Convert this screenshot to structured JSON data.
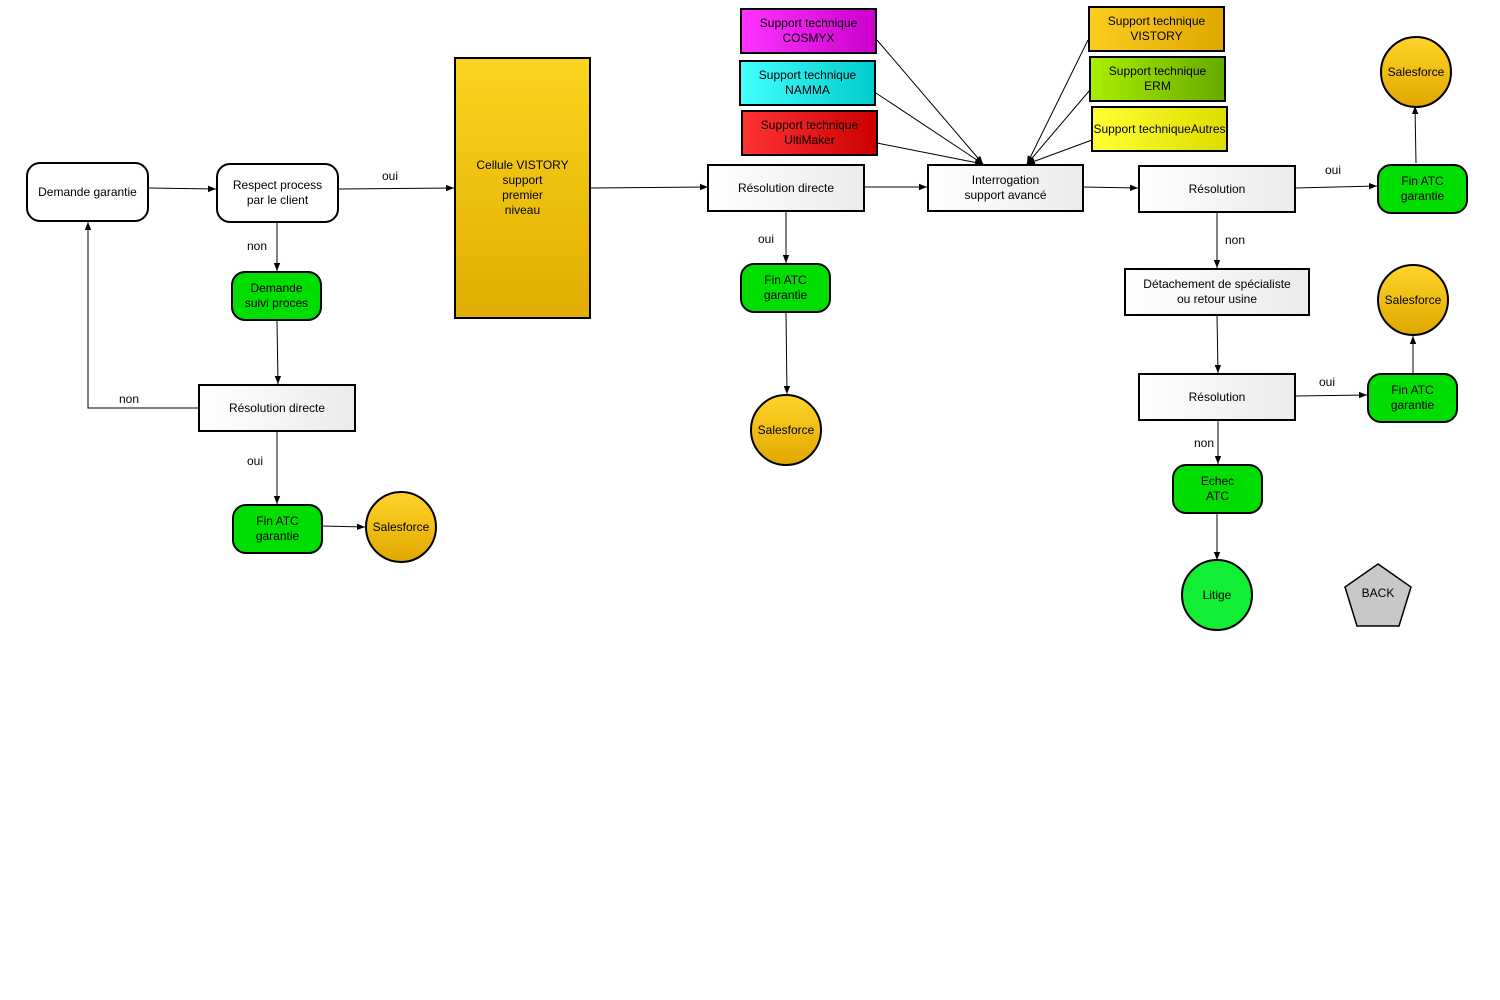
{
  "nodes": {
    "demande_garantie": "Demande garantie",
    "respect_process": "Respect process\npar le client",
    "demande_suivi": "Demande\nsuivi proces",
    "resolution_directe_left": "Résolution directe",
    "fin_atc_left": "Fin ATC\ngarantie",
    "salesforce_left": "Salesforce",
    "cellule_vistory": "Cellule VISTORY\nsupport\npremier\nniveau",
    "resolution_directe_mid": "Résolution directe",
    "fin_atc_mid": "Fin ATC\ngarantie",
    "salesforce_mid": "Salesforce",
    "support_cosmyx": "Support technique\nCOSMYX",
    "support_namma": "Support technique\nNAMMA",
    "support_ultimaker": "Support technique\nUltiMaker",
    "support_vistory": "Support technique\nVISTORY",
    "support_erm": "Support technique\nERM",
    "support_autres": "Support techniqueAutres",
    "interrogation": "Interrogation\nsupport avancé",
    "resolution_right1": "Résolution",
    "fin_atc_right1": "Fin ATC\ngarantie",
    "salesforce_right1": "Salesforce",
    "detachement": "Détachement de spécialiste\nou retour usine",
    "resolution_right2": "Résolution",
    "fin_atc_right2": "Fin ATC\ngarantie",
    "salesforce_right2": "Salesforce",
    "echec_atc": "Echec\nATC",
    "litige": "Litige",
    "back": "BACK"
  },
  "labels": {
    "oui_respect": "oui",
    "non_respect": "non",
    "non_loop": "non",
    "oui_left_res": "oui",
    "oui_mid_res": "oui",
    "oui_right1": "oui",
    "non_right1": "non",
    "oui_right2": "oui",
    "non_right2": "non"
  },
  "colors": {
    "cosmyx": "#ee22ee",
    "namma": "#22eeee",
    "ultimaker": "#ee2222",
    "vistory": "#f2c010",
    "erm": "#99dd00",
    "autres": "#eeee22",
    "green": "#00dd00",
    "back": "#c8c8c8"
  }
}
